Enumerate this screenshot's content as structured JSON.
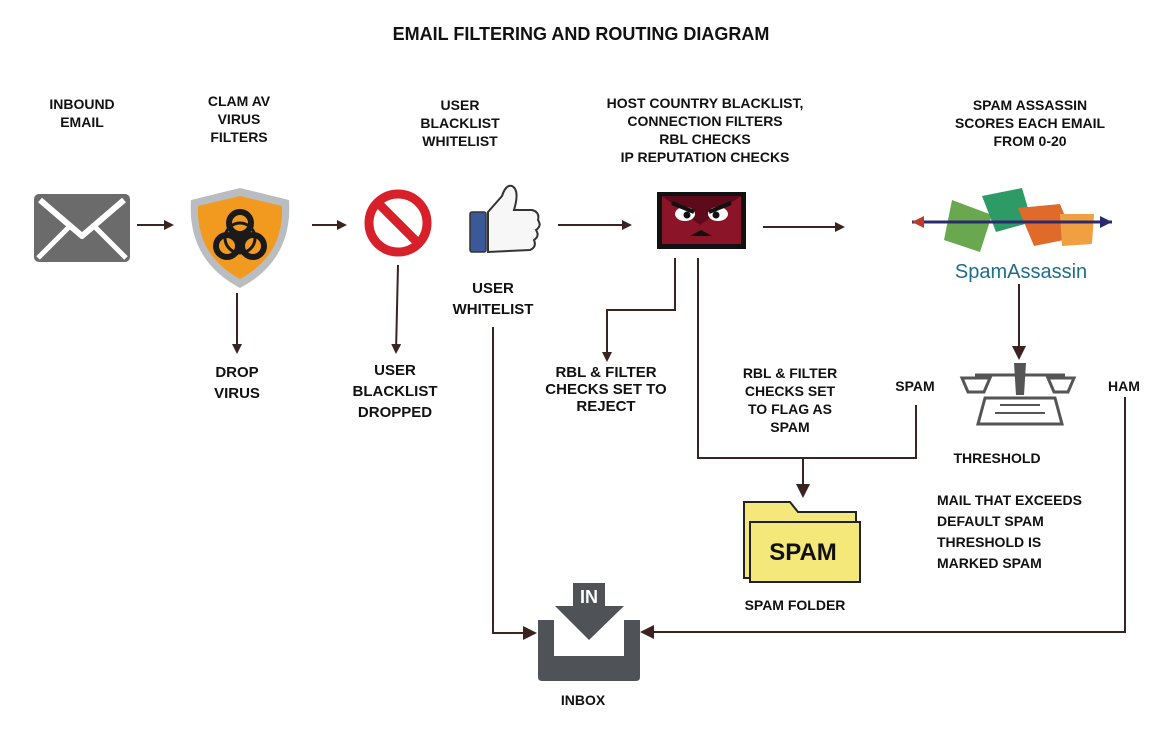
{
  "title": "EMAIL FILTERING AND ROUTING DIAGRAM",
  "nodes": {
    "inbound": {
      "lines": [
        "INBOUND",
        "EMAIL"
      ],
      "icon": "envelope-icon"
    },
    "clamav": {
      "lines": [
        "CLAM AV",
        "VIRUS",
        "FILTERS"
      ],
      "icon": "biohazard-shield-icon"
    },
    "drop_virus": {
      "lines": [
        "DROP",
        "VIRUS"
      ]
    },
    "blacklist_stop": {
      "icon": "prohibited-icon"
    },
    "blacklist_dropped": {
      "lines": [
        "USER",
        "BLACKLIST",
        "DROPPED"
      ]
    },
    "user_lists": {
      "lines": [
        "USER",
        "BLACKLIST",
        "WHITELIST"
      ],
      "icon": "thumbs-up-icon"
    },
    "user_whitelist": {
      "lines": [
        "USER",
        "WHITELIST"
      ]
    },
    "host_checks": {
      "lines": [
        "HOST COUNTRY BLACKLIST,",
        "CONNECTION FILTERS",
        "RBL CHECKS",
        "IP REPUTATION CHECKS"
      ],
      "icon": "angry-face-icon"
    },
    "reject": {
      "lines": [
        "RBL & FILTER",
        "CHECKS SET TO",
        "REJECT"
      ]
    },
    "flag": {
      "lines": [
        "RBL & FILTER",
        "CHECKS SET",
        "TO FLAG AS",
        "SPAM"
      ]
    },
    "spamassassin": {
      "lines": [
        "SPAM ASSASSIN",
        "SCORES EACH EMAIL",
        "FROM 0-20"
      ],
      "logo_text": "SpamAssassin",
      "icon": "spamassassin-logo"
    },
    "spam_branch": {
      "label": "SPAM"
    },
    "ham_branch": {
      "label": "HAM"
    },
    "threshold": {
      "label": "THRESHOLD",
      "icon": "balance-scale-icon"
    },
    "threshold_note": {
      "lines": [
        "MAIL THAT EXCEEDS",
        "DEFAULT SPAM",
        "THRESHOLD IS",
        "MARKED SPAM"
      ]
    },
    "spam_folder": {
      "label": "SPAM FOLDER",
      "folder_text": "SPAM",
      "icon": "folder-icon"
    },
    "inbox": {
      "label": "INBOX",
      "tray_text": "IN",
      "icon": "inbox-tray-icon"
    }
  },
  "colors": {
    "arrow": "#3a2320",
    "icon_gray": "#6b6b6b",
    "shield_orange": "#f29a1f",
    "stop_red": "#d8202a",
    "thumb_blue": "#3b5998",
    "folder_yellow": "#f4e87a",
    "spamassassin_text": "#1d6e8a"
  }
}
